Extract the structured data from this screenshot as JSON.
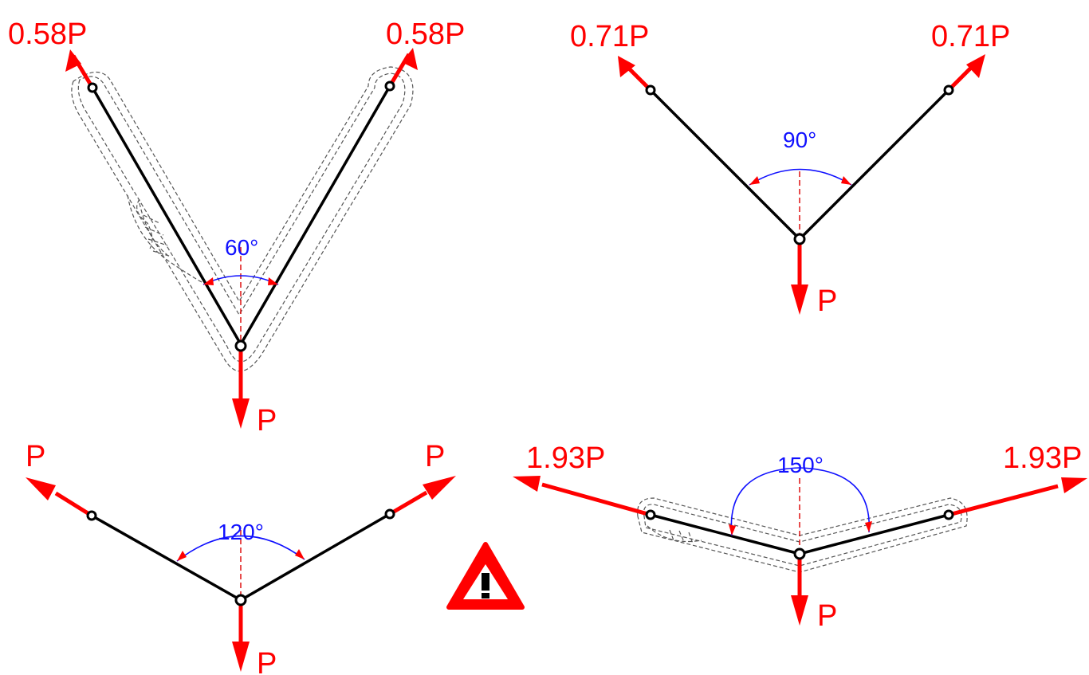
{
  "colors": {
    "force": "#ff0000",
    "angle": "#1010ff",
    "sling": "#000000",
    "centerline": "#dd0000",
    "rope_outline": "#555555"
  },
  "configurations": [
    {
      "id": "60",
      "angle_label": "60°",
      "leg_force_left": "0.58P",
      "leg_force_right": "0.58P",
      "load_label": "P",
      "rope_outline": true
    },
    {
      "id": "90",
      "angle_label": "90°",
      "leg_force_left": "0.71P",
      "leg_force_right": "0.71P",
      "load_label": "P",
      "rope_outline": false
    },
    {
      "id": "120",
      "angle_label": "120°",
      "leg_force_left": "P",
      "leg_force_right": "P",
      "load_label": "P",
      "rope_outline": false
    },
    {
      "id": "150",
      "angle_label": "150°",
      "leg_force_left": "1.93P",
      "leg_force_right": "1.93P",
      "load_label": "P",
      "rope_outline": true
    }
  ],
  "warning_icon": {
    "name": "warning-triangle-icon",
    "symbol": "!"
  }
}
